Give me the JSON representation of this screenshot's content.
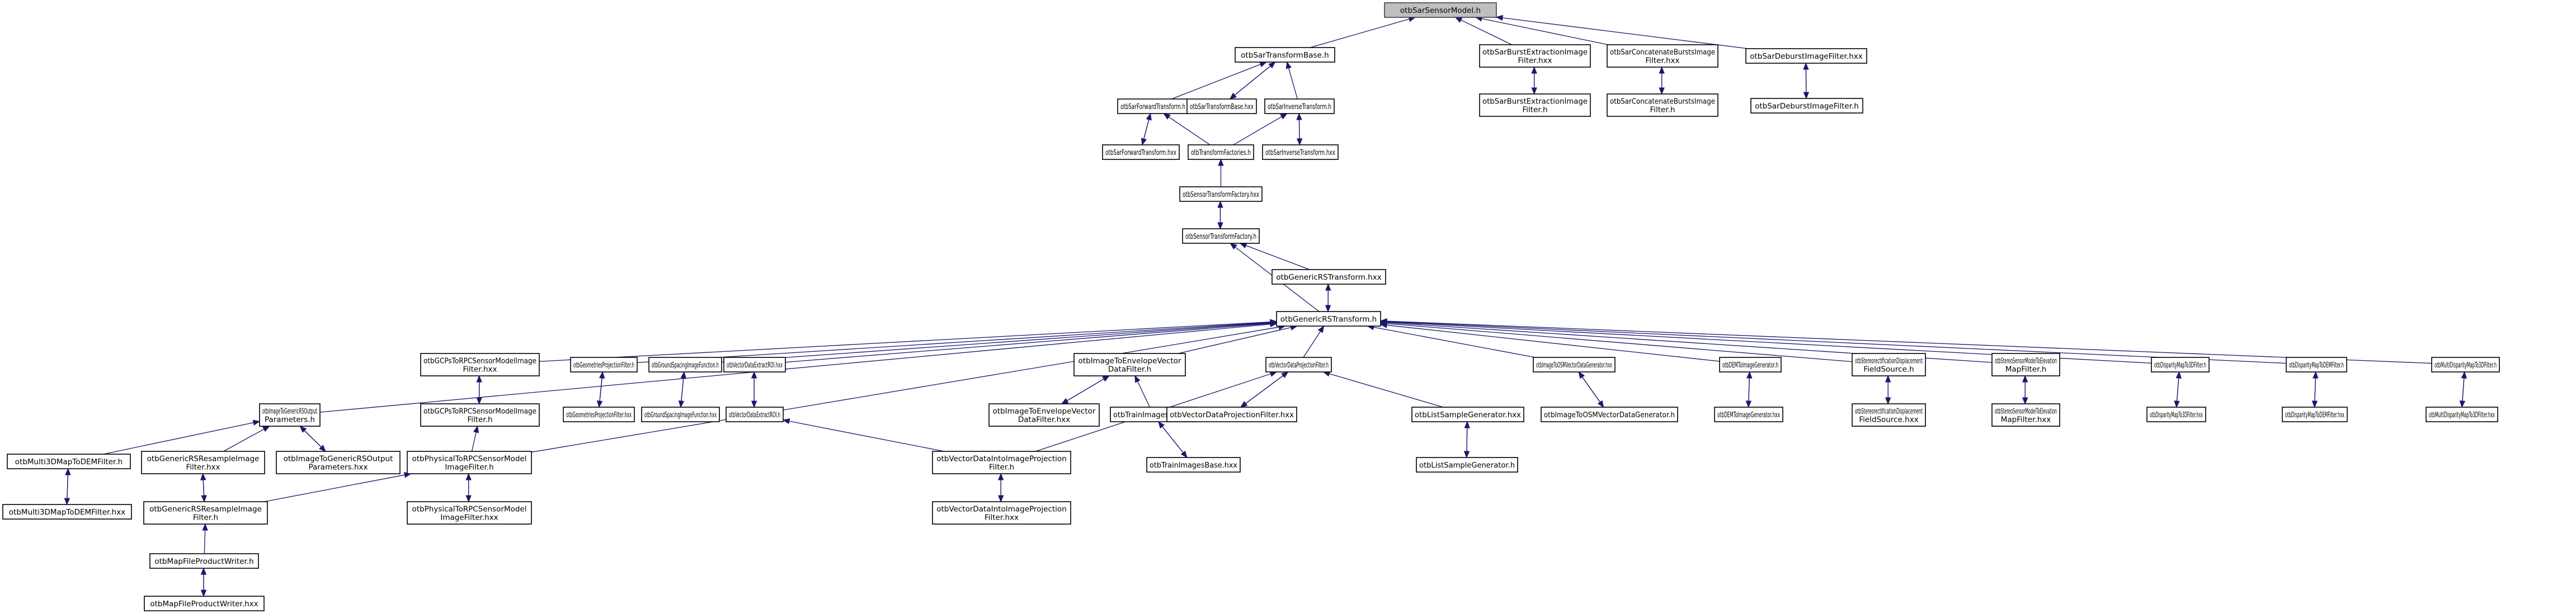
{
  "title": "otbSarSensorModel.h include dependency graph",
  "colors": {
    "edge": "#191970",
    "root_fill": "#bfbfbf",
    "node_fill": "#ffffff",
    "node_stroke": "#000000"
  },
  "nodes": [
    {
      "id": "root",
      "lines": [
        "otbSarSensorModel.h"
      ],
      "root": true
    },
    {
      "id": "sarTB",
      "lines": [
        "otbSarTransformBase.h"
      ]
    },
    {
      "id": "sarBurstHxx",
      "lines": [
        "otbSarBurstExtractionImage",
        "Filter.hxx"
      ]
    },
    {
      "id": "sarConcHxx",
      "lines": [
        "otbSarConcatenateBurstsImage",
        "Filter.hxx"
      ]
    },
    {
      "id": "sarDebHxx",
      "lines": [
        "otbSarDeburstImageFilter.hxx"
      ]
    },
    {
      "id": "sarFwd",
      "lines": [
        "otbSarForwardTransform.h"
      ]
    },
    {
      "id": "sarTBhxx",
      "lines": [
        "otbSarTransformBase.hxx"
      ]
    },
    {
      "id": "sarInv",
      "lines": [
        "otbSarInverseTransform.h"
      ]
    },
    {
      "id": "sarBurstH",
      "lines": [
        "otbSarBurstExtractionImage",
        "Filter.h"
      ]
    },
    {
      "id": "sarConcH",
      "lines": [
        "otbSarConcatenateBurstsImage",
        "Filter.h"
      ]
    },
    {
      "id": "sarDebH",
      "lines": [
        "otbSarDeburstImageFilter.h"
      ]
    },
    {
      "id": "sarFwdHxx",
      "lines": [
        "otbSarForwardTransform.hxx"
      ]
    },
    {
      "id": "tfFact",
      "lines": [
        "otbTransformFactories.h"
      ]
    },
    {
      "id": "sarInvHxx",
      "lines": [
        "otbSarInverseTransform.hxx"
      ]
    },
    {
      "id": "stfHxx",
      "lines": [
        "otbSensorTransformFactory.hxx"
      ]
    },
    {
      "id": "stfH",
      "lines": [
        "otbSensorTransformFactory.h"
      ]
    },
    {
      "id": "grsHxx",
      "lines": [
        "otbGenericRSTransform.hxx"
      ]
    },
    {
      "id": "grsH",
      "lines": [
        "otbGenericRSTransform.h"
      ]
    },
    {
      "id": "gcpHxx",
      "lines": [
        "otbGCPsToRPCSensorModelImage",
        "Filter.hxx"
      ]
    },
    {
      "id": "geoH",
      "lines": [
        "otbGeometriesProjectionFilter.h"
      ]
    },
    {
      "id": "gsH",
      "lines": [
        "otbGroundSpacingImageFunction.h"
      ]
    },
    {
      "id": "vdeHxx",
      "lines": [
        "otbVectorDataExtractROI.hxx"
      ]
    },
    {
      "id": "ievH",
      "lines": [
        "otbImageToEnvelopeVector",
        "DataFilter.h"
      ]
    },
    {
      "id": "vdpH",
      "lines": [
        "otbVectorDataProjectionFilter.h"
      ]
    },
    {
      "id": "osmHxx",
      "lines": [
        "otbImageToOSMVectorDataGenerator.hxx"
      ]
    },
    {
      "id": "demH",
      "lines": [
        "otbDEMToImageGenerator.h"
      ]
    },
    {
      "id": "stDispH",
      "lines": [
        "otbStereorectificationDisplacement",
        "FieldSource.h"
      ]
    },
    {
      "id": "stsmH",
      "lines": [
        "otbStereoSensorModelToElevation",
        "MapFilter.h"
      ]
    },
    {
      "id": "dm3dH",
      "lines": [
        "otbDisparityMapTo3DFilter.h"
      ]
    },
    {
      "id": "dmDemH",
      "lines": [
        "otbDisparityMapToDEMFilter.h"
      ]
    },
    {
      "id": "mdm3dH",
      "lines": [
        "otbMultiDisparityMapTo3DFilter.h"
      ]
    },
    {
      "id": "itgH",
      "lines": [
        "otbImageToGenericRSOutput",
        "Parameters.h"
      ]
    },
    {
      "id": "gcpH",
      "lines": [
        "otbGCPsToRPCSensorModelImage",
        "Filter.h"
      ]
    },
    {
      "id": "geoHxx",
      "lines": [
        "otbGeometriesProjectionFilter.hxx"
      ]
    },
    {
      "id": "gsHxx",
      "lines": [
        "otbGroundSpacingImageFunction.hxx"
      ]
    },
    {
      "id": "vdeH",
      "lines": [
        "otbVectorDataExtractROI.h"
      ]
    },
    {
      "id": "ievHxx",
      "lines": [
        "otbImageToEnvelopeVector",
        "DataFilter.hxx"
      ]
    },
    {
      "id": "tibH",
      "lines": [
        "otbTrainImagesBase.h"
      ]
    },
    {
      "id": "vdpHxx",
      "lines": [
        "otbVectorDataProjectionFilter.hxx"
      ]
    },
    {
      "id": "lsgHxx",
      "lines": [
        "otbListSampleGenerator.hxx"
      ]
    },
    {
      "id": "osmH",
      "lines": [
        "otbImageToOSMVectorDataGenerator.h"
      ]
    },
    {
      "id": "demHxx",
      "lines": [
        "otbDEMToImageGenerator.hxx"
      ]
    },
    {
      "id": "stDispHxx",
      "lines": [
        "otbStereorectificationDisplacement",
        "FieldSource.hxx"
      ]
    },
    {
      "id": "stsmHxx",
      "lines": [
        "otbStereoSensorModelToElevation",
        "MapFilter.hxx"
      ]
    },
    {
      "id": "dm3dHxx",
      "lines": [
        "otbDisparityMapTo3DFilter.hxx"
      ]
    },
    {
      "id": "dmDemHxx",
      "lines": [
        "otbDisparityMapToDEMFilter.hxx"
      ]
    },
    {
      "id": "mdm3dHxx",
      "lines": [
        "otbMultiDisparityMapTo3DFilter.hxx"
      ]
    },
    {
      "id": "m3dH",
      "lines": [
        "otbMulti3DMapToDEMFilter.h"
      ]
    },
    {
      "id": "grsrHxx",
      "lines": [
        "otbGenericRSResampleImage",
        "Filter.hxx"
      ]
    },
    {
      "id": "itgHxx",
      "lines": [
        "otbImageToGenericRSOutput",
        "Parameters.hxx"
      ]
    },
    {
      "id": "p2rH",
      "lines": [
        "otbPhysicalToRPCSensorModel",
        "ImageFilter.h"
      ]
    },
    {
      "id": "tibHxx",
      "lines": [
        "otbTrainImagesBase.hxx"
      ]
    },
    {
      "id": "lsgH",
      "lines": [
        "otbListSampleGenerator.h"
      ]
    },
    {
      "id": "m3dHxx",
      "lines": [
        "otbMulti3DMapToDEMFilter.hxx"
      ]
    },
    {
      "id": "grsrH",
      "lines": [
        "otbGenericRSResampleImage",
        "Filter.h"
      ]
    },
    {
      "id": "p2rHxx",
      "lines": [
        "otbPhysicalToRPCSensorModel",
        "ImageFilter.hxx"
      ]
    },
    {
      "id": "vdiH",
      "lines": [
        "otbVectorDataIntoImageProjection",
        "Filter.h"
      ]
    },
    {
      "id": "vdiHxx",
      "lines": [
        "otbVectorDataIntoImageProjection",
        "Filter.hxx"
      ]
    },
    {
      "id": "mfpH",
      "lines": [
        "otbMapFileProductWriter.h"
      ]
    },
    {
      "id": "mfpHxx",
      "lines": [
        "otbMapFileProductWriter.hxx"
      ]
    }
  ],
  "edges": [
    [
      "sarTB",
      "root"
    ],
    [
      "sarBurstHxx",
      "root"
    ],
    [
      "sarConcHxx",
      "root"
    ],
    [
      "sarDebHxx",
      "root"
    ],
    [
      "sarFwd",
      "sarTB"
    ],
    [
      "sarTBhxx",
      "sarTB"
    ],
    [
      "sarTB",
      "sarTBhxx"
    ],
    [
      "sarInv",
      "sarTB"
    ],
    [
      "sarBurstH",
      "sarBurstHxx"
    ],
    [
      "sarBurstHxx",
      "sarBurstH"
    ],
    [
      "sarConcH",
      "sarConcHxx"
    ],
    [
      "sarConcHxx",
      "sarConcH"
    ],
    [
      "sarDebH",
      "sarDebHxx"
    ],
    [
      "sarDebHxx",
      "sarDebH"
    ],
    [
      "sarFwdHxx",
      "sarFwd"
    ],
    [
      "sarFwd",
      "sarFwdHxx"
    ],
    [
      "tfFact",
      "sarFwd"
    ],
    [
      "tfFact",
      "sarInv"
    ],
    [
      "sarInvHxx",
      "sarInv"
    ],
    [
      "sarInv",
      "sarInvHxx"
    ],
    [
      "stfHxx",
      "tfFact"
    ],
    [
      "stfH",
      "stfHxx"
    ],
    [
      "stfHxx",
      "stfH"
    ],
    [
      "grsHxx",
      "stfH"
    ],
    [
      "grsH",
      "stfH"
    ],
    [
      "grsH",
      "grsHxx"
    ],
    [
      "grsHxx",
      "grsH"
    ],
    [
      "itgH",
      "grsH"
    ],
    [
      "gcpHxx",
      "grsH"
    ],
    [
      "p2rH",
      "grsH"
    ],
    [
      "geoH",
      "grsH"
    ],
    [
      "gsH",
      "grsH"
    ],
    [
      "vdeHxx",
      "grsH"
    ],
    [
      "ievH",
      "grsH"
    ],
    [
      "vdpH",
      "grsH"
    ],
    [
      "osmHxx",
      "grsH"
    ],
    [
      "demH",
      "grsH"
    ],
    [
      "stDispH",
      "grsH"
    ],
    [
      "stsmH",
      "grsH"
    ],
    [
      "dm3dH",
      "grsH"
    ],
    [
      "dmDemH",
      "grsH"
    ],
    [
      "mdm3dH",
      "grsH"
    ],
    [
      "gcpH",
      "gcpHxx"
    ],
    [
      "gcpHxx",
      "gcpH"
    ],
    [
      "p2rH",
      "gcpH"
    ],
    [
      "geoHxx",
      "geoH"
    ],
    [
      "geoH",
      "geoHxx"
    ],
    [
      "gsHxx",
      "gsH"
    ],
    [
      "gsH",
      "gsHxx"
    ],
    [
      "vdeH",
      "vdeHxx"
    ],
    [
      "vdeHxx",
      "vdeH"
    ],
    [
      "ievHxx",
      "ievH"
    ],
    [
      "ievH",
      "ievHxx"
    ],
    [
      "tibH",
      "ievH"
    ],
    [
      "vdpHxx",
      "vdpH"
    ],
    [
      "vdpH",
      "vdpHxx"
    ],
    [
      "lsgHxx",
      "vdpH"
    ],
    [
      "vdiH",
      "vdpH"
    ],
    [
      "osmH",
      "osmHxx"
    ],
    [
      "osmHxx",
      "osmH"
    ],
    [
      "demHxx",
      "demH"
    ],
    [
      "demH",
      "demHxx"
    ],
    [
      "stDispHxx",
      "stDispH"
    ],
    [
      "stDispH",
      "stDispHxx"
    ],
    [
      "stsmHxx",
      "stsmH"
    ],
    [
      "stsmH",
      "stsmHxx"
    ],
    [
      "dm3dHxx",
      "dm3dH"
    ],
    [
      "dm3dH",
      "dm3dHxx"
    ],
    [
      "dmDemHxx",
      "dmDemH"
    ],
    [
      "dmDemH",
      "dmDemHxx"
    ],
    [
      "mdm3dHxx",
      "mdm3dH"
    ],
    [
      "mdm3dH",
      "mdm3dHxx"
    ],
    [
      "m3dH",
      "itgH"
    ],
    [
      "grsrHxx",
      "itgH"
    ],
    [
      "itgHxx",
      "itgH"
    ],
    [
      "itgH",
      "itgHxx"
    ],
    [
      "tibHxx",
      "tibH"
    ],
    [
      "tibH",
      "tibHxx"
    ],
    [
      "lsgH",
      "lsgHxx"
    ],
    [
      "lsgHxx",
      "lsgH"
    ],
    [
      "m3dHxx",
      "m3dH"
    ],
    [
      "m3dH",
      "m3dHxx"
    ],
    [
      "grsrH",
      "grsrHxx"
    ],
    [
      "grsrHxx",
      "grsrH"
    ],
    [
      "grsrH",
      "p2rH"
    ],
    [
      "p2rHxx",
      "p2rH"
    ],
    [
      "p2rH",
      "p2rHxx"
    ],
    [
      "vdiH",
      "vdeH"
    ],
    [
      "vdiHxx",
      "vdiH"
    ],
    [
      "vdiH",
      "vdiHxx"
    ],
    [
      "mfpH",
      "grsrH"
    ],
    [
      "mfpHxx",
      "mfpH"
    ],
    [
      "mfpH",
      "mfpHxx"
    ]
  ]
}
